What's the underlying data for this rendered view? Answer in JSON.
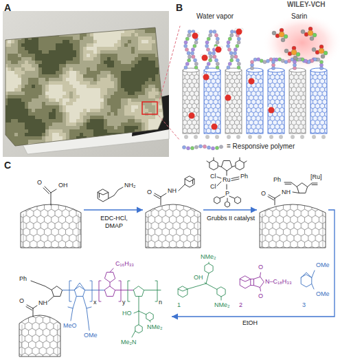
{
  "diagram": {
    "nodes": [
      {
        "text": [
          "O",
          "OH"
        ]
      },
      {
        "text": [
          "O",
          "NH"
        ]
      },
      {
        "text": [
          "Ph",
          "O",
          "NH",
          "[Ru]"
        ]
      },
      {
        "text": [
          "Ph",
          "O",
          "NH",
          "MeO",
          "OMe",
          "x",
          "C₁₆H₃₃",
          "y",
          "HO",
          "NMe₂",
          "Me₂N",
          "n"
        ]
      }
    ],
    "edges": [
      {
        "from": 0,
        "to": 1,
        "arrow": "to",
        "label": "EDC-HCl, DMAP"
      },
      {
        "from": 1,
        "to": 2,
        "arrow": "to",
        "label": "Grubbs II catalyst"
      },
      {
        "from": 2,
        "to": 3,
        "arrow": "to",
        "label": "EtOH"
      }
    ],
    "labels": [
      "WILEY-VCH",
      "A",
      "B",
      "Water vapor",
      "Sarin",
      "C",
      "NH₂",
      "Cl",
      "Ru",
      "Cl",
      "P",
      "Ph",
      "1",
      "NMe₂",
      "OH",
      "NMe₂",
      "2",
      "N–C₁₈H₃₃",
      "O",
      "O",
      "3",
      "OMe",
      "OMe"
    ],
    "legend": [
      {
        "text": "= Responsive polymer"
      }
    ]
  }
}
